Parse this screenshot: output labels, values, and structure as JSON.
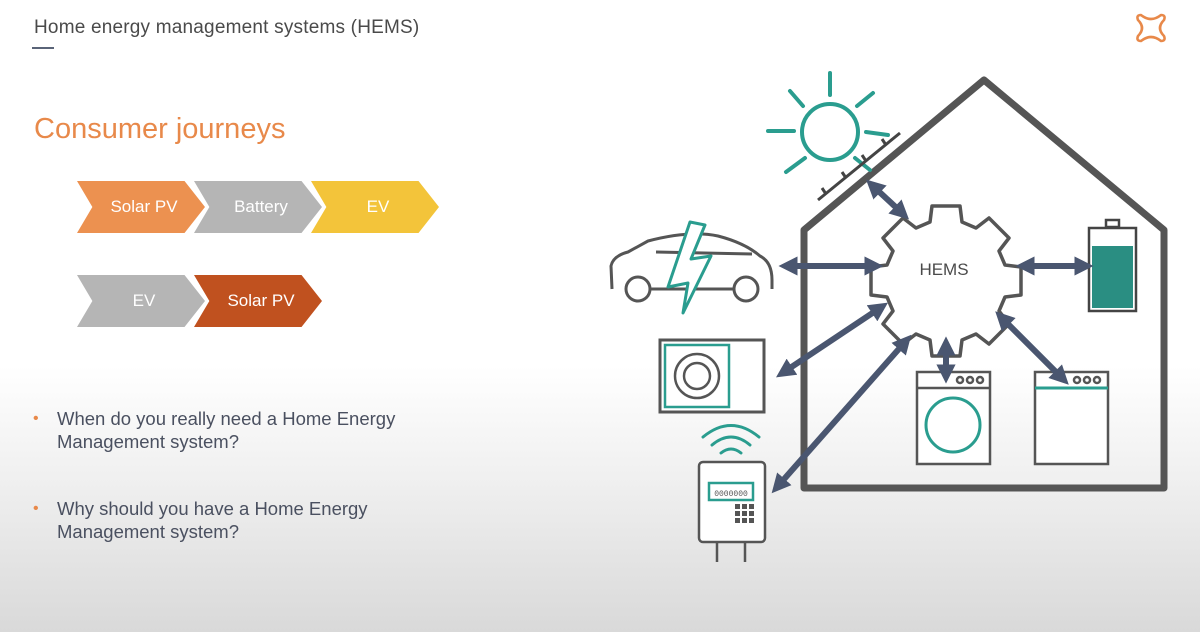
{
  "header": {
    "title": "Home energy management systems (HEMS)"
  },
  "section": {
    "title": "Consumer journeys"
  },
  "journeys": [
    {
      "steps": [
        {
          "label": "Solar PV",
          "color": "#ec9150"
        },
        {
          "label": "Battery",
          "color": "#b5b5b5"
        },
        {
          "label": "EV",
          "color": "#f3c43a"
        }
      ]
    },
    {
      "steps": [
        {
          "label": "EV",
          "color": "#b5b5b5"
        },
        {
          "label": "Solar PV",
          "color": "#c0511f"
        }
      ]
    }
  ],
  "bullets": [
    "When do you really need a Home Energy Management system?",
    "Why should you have a Home Energy Management system?"
  ],
  "diagram": {
    "hub_label": "HEMS",
    "colors": {
      "accent": "#2a9d8f",
      "line": "#555555",
      "arrow": "#4a5670",
      "orange": "#e8894a"
    },
    "icons": [
      "sun-icon",
      "solar-panel-icon",
      "electric-car-icon",
      "battery-icon",
      "heat-pump-icon",
      "washing-machine-icon",
      "dishwasher-icon",
      "smart-meter-icon",
      "wifi-signal-icon",
      "house-outline-icon",
      "gear-icon"
    ]
  }
}
